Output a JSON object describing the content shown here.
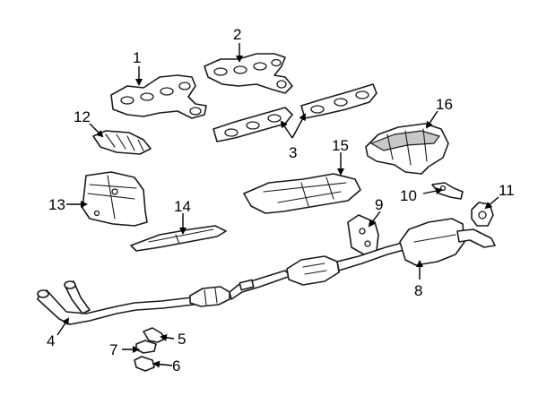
{
  "callouts": [
    {
      "id": "1",
      "text": "1"
    },
    {
      "id": "2",
      "text": "2"
    },
    {
      "id": "3",
      "text": "3"
    },
    {
      "id": "4",
      "text": "4"
    },
    {
      "id": "5",
      "text": "5"
    },
    {
      "id": "6",
      "text": "6"
    },
    {
      "id": "7",
      "text": "7"
    },
    {
      "id": "8",
      "text": "8"
    },
    {
      "id": "9",
      "text": "9"
    },
    {
      "id": "10",
      "text": "10"
    },
    {
      "id": "11",
      "text": "11"
    },
    {
      "id": "12",
      "text": "12"
    },
    {
      "id": "13",
      "text": "13"
    },
    {
      "id": "14",
      "text": "14"
    },
    {
      "id": "15",
      "text": "15"
    },
    {
      "id": "16",
      "text": "16"
    }
  ],
  "colors": {
    "line": "#1a1a1a",
    "fill": "#ffffff",
    "shade": "#c8c8c8"
  }
}
